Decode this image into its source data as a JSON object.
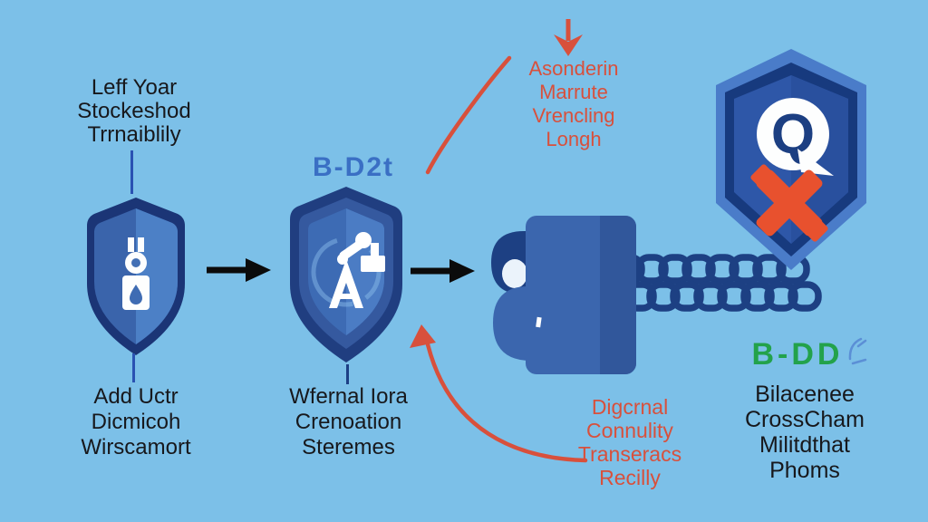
{
  "palette": {
    "background": "#7cc0e8",
    "navy": "#1d4083",
    "shield_blue": "#3b66ae",
    "shield_light": "#4c80c6",
    "logo_blue": "#3a6fc4",
    "red_annotation": "#d8503c",
    "red_x": "#e8512e",
    "green_logo": "#23a24b",
    "black_text": "#17181c",
    "white": "#fdfefe"
  },
  "left_node": {
    "title": [
      "Leff Yoar",
      "Stockeshod",
      "Trrnaiblily"
    ],
    "caption": [
      "Add Uctr",
      "Dicmicoh",
      "Wirscamort"
    ],
    "icon": "padlock-figure-icon"
  },
  "middle_node": {
    "logo": "B-D2t",
    "caption": [
      "Wfernal Iora",
      "Crenoation",
      "Steremes"
    ],
    "icon": "robot-arm-icon"
  },
  "lock_node": {
    "icon": "padlock-chain-icon"
  },
  "badge_node": {
    "glyph": "Q",
    "icon": "red-x-icon"
  },
  "annotations": {
    "top_right": [
      "Asonderin",
      "Marrute",
      "Vrencling",
      "Longh"
    ],
    "bottom_middle": [
      "Digcrnal",
      "Connulity",
      "Transeracs",
      "Recilly"
    ],
    "bottom_right_logo": "B-DD",
    "bottom_right": [
      "Bilacenee",
      "CrossCham",
      "Militdthat",
      "Phoms"
    ]
  }
}
